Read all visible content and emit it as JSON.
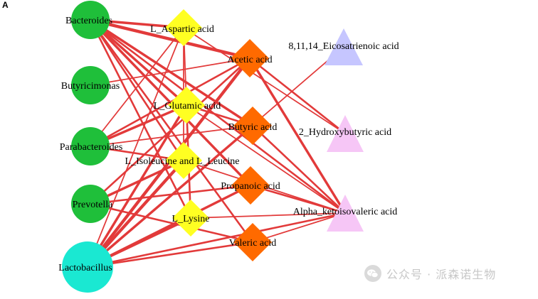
{
  "panel_letter": "A",
  "colors": {
    "bacteria": "#1fbf3a",
    "lactobacillus": "#1ae8d2",
    "amino_acid": "#ffff22",
    "scfa": "#ff6a00",
    "eicosa": "#c6c6ff",
    "hydroxy": "#f6c6f6",
    "edge": "#e23a3a"
  },
  "nodes": [
    {
      "id": "bacteroides",
      "label": "Bacteroides",
      "shape": "circle",
      "color": "bacteria"
    },
    {
      "id": "butyricimonas",
      "label": "Butyricimonas",
      "shape": "circle",
      "color": "bacteria"
    },
    {
      "id": "parabacteroides",
      "label": "Parabacteroides",
      "shape": "circle",
      "color": "bacteria"
    },
    {
      "id": "prevotella",
      "label": "Prevotella",
      "shape": "circle",
      "color": "bacteria"
    },
    {
      "id": "lactobacillus",
      "label": "Lactobacillus",
      "shape": "circle",
      "color": "lactobacillus"
    },
    {
      "id": "aspartic",
      "label": "L_Aspartic acid",
      "shape": "diamond",
      "color": "amino_acid"
    },
    {
      "id": "glutamic",
      "label": "L_Glutamic acid",
      "shape": "diamond",
      "color": "amino_acid"
    },
    {
      "id": "isoleucine",
      "label": "L_Isoleucine and L_Leucine",
      "shape": "diamond",
      "color": "amino_acid"
    },
    {
      "id": "lysine",
      "label": "L_Lysine",
      "shape": "diamond",
      "color": "amino_acid"
    },
    {
      "id": "acetic",
      "label": "Acetic acid",
      "shape": "diamond",
      "color": "scfa"
    },
    {
      "id": "butyric",
      "label": "Butyric acid",
      "shape": "diamond",
      "color": "scfa"
    },
    {
      "id": "propanoic",
      "label": "Propanoic acid",
      "shape": "diamond",
      "color": "scfa"
    },
    {
      "id": "valeric",
      "label": "Valeric acid",
      "shape": "diamond",
      "color": "scfa"
    },
    {
      "id": "eicosatrienoic",
      "label": "8,11,14_Eicosatrienoic acid",
      "shape": "triangle",
      "color": "eicosa"
    },
    {
      "id": "hydroxybutyric",
      "label": "2_Hydroxybutyric acid",
      "shape": "triangle",
      "color": "hydroxy"
    },
    {
      "id": "ketoisovaleric",
      "label": "Alpha_ketoisovaleric acid",
      "shape": "triangle",
      "color": "hydroxy"
    }
  ],
  "edges": [
    {
      "source": "bacteroides",
      "target": "aspartic",
      "weight": 3
    },
    {
      "source": "bacteroides",
      "target": "acetic",
      "weight": 4
    },
    {
      "source": "bacteroides",
      "target": "glutamic",
      "weight": 3
    },
    {
      "source": "bacteroides",
      "target": "butyric",
      "weight": 3
    },
    {
      "source": "bacteroides",
      "target": "isoleucine",
      "weight": 2
    },
    {
      "source": "bacteroides",
      "target": "propanoic",
      "weight": 3
    },
    {
      "source": "bacteroides",
      "target": "lysine",
      "weight": 2
    },
    {
      "source": "bacteroides",
      "target": "valeric",
      "weight": 2
    },
    {
      "source": "bacteroides",
      "target": "ketoisovaleric",
      "weight": 2
    },
    {
      "source": "butyricimonas",
      "target": "acetic",
      "weight": 1
    },
    {
      "source": "parabacteroides",
      "target": "acetic",
      "weight": 2
    },
    {
      "source": "parabacteroides",
      "target": "glutamic",
      "weight": 3
    },
    {
      "source": "parabacteroides",
      "target": "butyric",
      "weight": 1
    },
    {
      "source": "parabacteroides",
      "target": "isoleucine",
      "weight": 2
    },
    {
      "source": "parabacteroides",
      "target": "aspartic",
      "weight": 1
    },
    {
      "source": "prevotella",
      "target": "acetic",
      "weight": 2
    },
    {
      "source": "prevotella",
      "target": "isoleucine",
      "weight": 3
    },
    {
      "source": "prevotella",
      "target": "propanoic",
      "weight": 2
    },
    {
      "source": "prevotella",
      "target": "valeric",
      "weight": 2
    },
    {
      "source": "lactobacillus",
      "target": "aspartic",
      "weight": 1
    },
    {
      "source": "lactobacillus",
      "target": "acetic",
      "weight": 4
    },
    {
      "source": "lactobacillus",
      "target": "glutamic",
      "weight": 3
    },
    {
      "source": "lactobacillus",
      "target": "butyric",
      "weight": 3
    },
    {
      "source": "lactobacillus",
      "target": "isoleucine",
      "weight": 4
    },
    {
      "source": "lactobacillus",
      "target": "propanoic",
      "weight": 3
    },
    {
      "source": "lactobacillus",
      "target": "lysine",
      "weight": 3
    },
    {
      "source": "lactobacillus",
      "target": "valeric",
      "weight": 2
    },
    {
      "source": "lactobacillus",
      "target": "eicosatrienoic",
      "weight": 1
    },
    {
      "source": "lactobacillus",
      "target": "ketoisovaleric",
      "weight": 2
    },
    {
      "source": "aspartic",
      "target": "hydroxybutyric",
      "weight": 1
    },
    {
      "source": "aspartic",
      "target": "isoleucine",
      "weight": 1
    },
    {
      "source": "aspartic",
      "target": "lysine",
      "weight": 1
    },
    {
      "source": "glutamic",
      "target": "ketoisovaleric",
      "weight": 1
    },
    {
      "source": "glutamic",
      "target": "lysine",
      "weight": 2
    },
    {
      "source": "glutamic",
      "target": "butyric",
      "weight": 2
    },
    {
      "source": "acetic",
      "target": "ketoisovaleric",
      "weight": 3
    },
    {
      "source": "acetic",
      "target": "hydroxybutyric",
      "weight": 2
    },
    {
      "source": "butyric",
      "target": "ketoisovaleric",
      "weight": 2
    },
    {
      "source": "propanoic",
      "target": "ketoisovaleric",
      "weight": 2
    },
    {
      "source": "valeric",
      "target": "ketoisovaleric",
      "weight": 1
    },
    {
      "source": "isoleucine",
      "target": "ketoisovaleric",
      "weight": 1
    },
    {
      "source": "lysine",
      "target": "ketoisovaleric",
      "weight": 1
    }
  ],
  "watermark": {
    "text": "公众号 · 派森诺生物"
  }
}
